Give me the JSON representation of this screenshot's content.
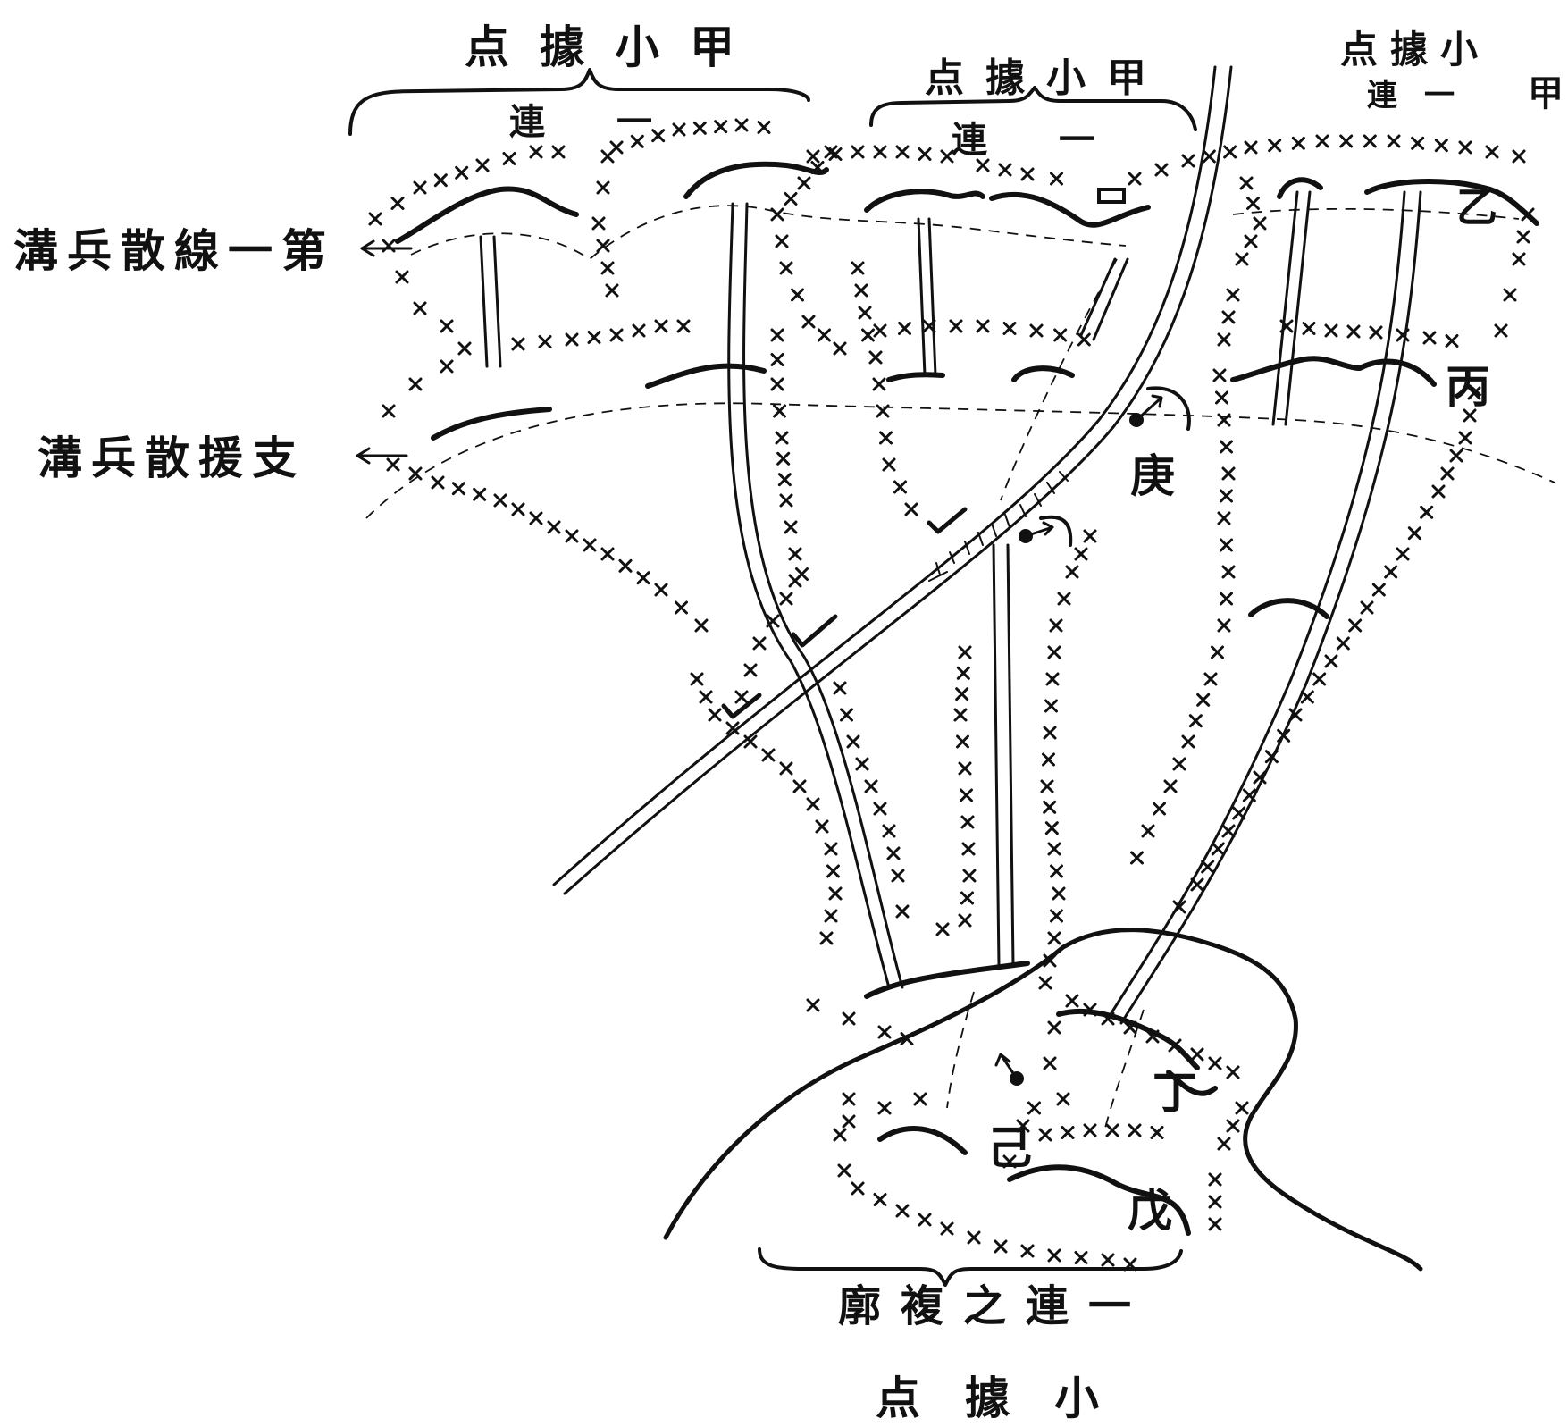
{
  "labels": {
    "top_left_unit": "点據小甲",
    "top_left_company": "連一",
    "top_mid_unit": "点據小甲",
    "top_mid_company": "連一",
    "top_right_unit": "点據小",
    "top_right_company": "連一",
    "top_right_jia": "甲",
    "first_skirmish_trench": "溝兵散線一第",
    "support_skirmish_trench": "溝兵散援支",
    "bottom_company": "廓複之連一",
    "bottom_unit": "点據小",
    "mark_yi": "乙",
    "mark_bing": "丙",
    "mark_ding": "丁",
    "mark_wu": "戊",
    "mark_ji": "己",
    "mark_geng": "庚"
  }
}
